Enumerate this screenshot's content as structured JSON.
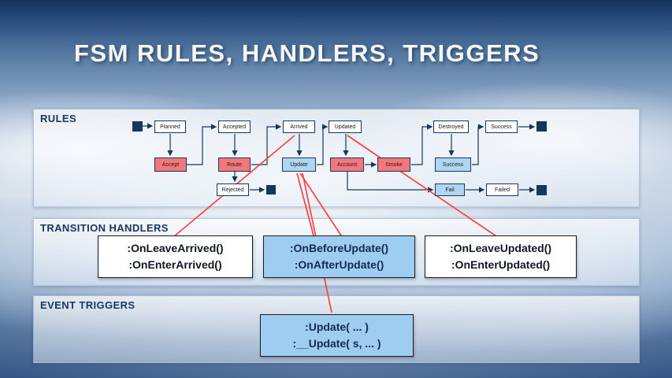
{
  "title": "FSM RULES, HANDLERS, TRIGGERS",
  "panels": {
    "rules_label": "RULES",
    "handlers_label": "TRANSITION HANDLERS",
    "triggers_label": "EVENT TRIGGERS"
  },
  "fsm": {
    "states": [
      {
        "label": "Planned"
      },
      {
        "label": "Accepted"
      },
      {
        "label": "Arrived"
      },
      {
        "label": "Updated"
      },
      {
        "label": "Destroyed"
      },
      {
        "label": "Success"
      }
    ],
    "transitions": [
      {
        "label": "Accept",
        "kind": "red"
      },
      {
        "label": "Route",
        "kind": "red"
      },
      {
        "label": "Update",
        "kind": "blue"
      },
      {
        "label": "Account",
        "kind": "red"
      },
      {
        "label": "Smoke",
        "kind": "red"
      },
      {
        "label": "Success",
        "kind": "blue"
      }
    ],
    "end_states": [
      {
        "label": "Rejected",
        "kind": "white"
      },
      {
        "label": "Fail",
        "kind": "blue"
      },
      {
        "label": "Failed",
        "kind": "white"
      }
    ]
  },
  "handlers": {
    "boxes": [
      {
        "line1": ":OnLeaveArrived()",
        "line2": ":OnEnterArrived()",
        "style": "white"
      },
      {
        "line1": ":OnBeforeUpdate()",
        "line2": ":OnAfterUpdate()",
        "style": "blue"
      },
      {
        "line1": ":OnLeaveUpdated()",
        "line2": ":OnEnterUpdated()",
        "style": "white"
      }
    ]
  },
  "triggers": {
    "box": {
      "line1": ":Update( ... )",
      "line2": ":__Update( s, ... )",
      "style": "blue"
    }
  },
  "colors": {
    "accent_navy": "#17365d",
    "transition_red": "#f4777b",
    "transition_blue": "#aed6f2",
    "handler_blue": "#9fcdf2",
    "connector_red": "#ff4040"
  }
}
